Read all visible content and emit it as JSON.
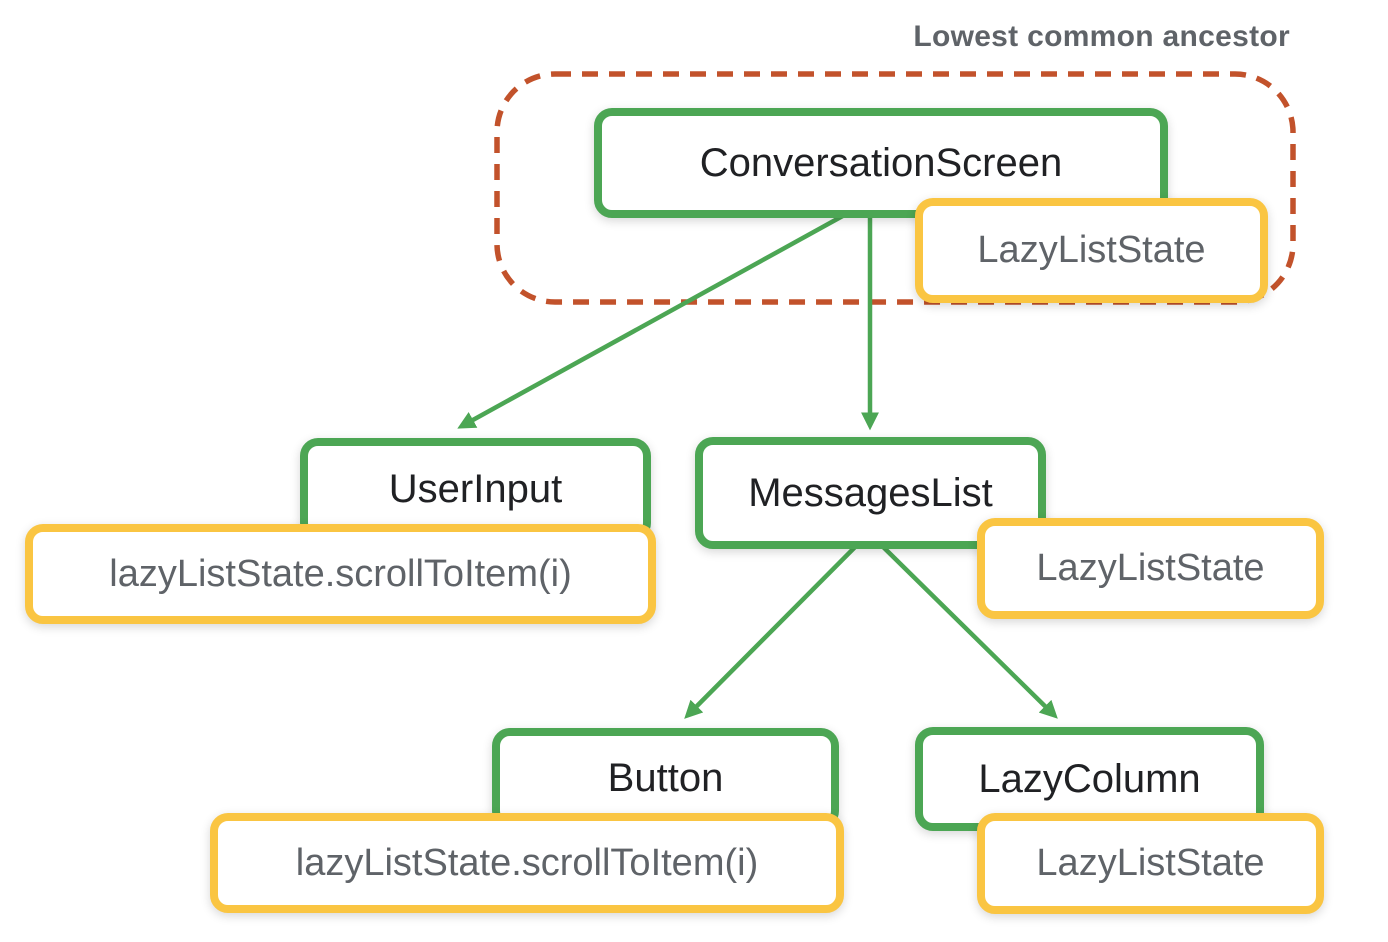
{
  "diagram": {
    "annotation": "Lowest common ancestor",
    "nodes": {
      "conversation_screen": {
        "label": "ConversationScreen",
        "state": "LazyListState"
      },
      "user_input": {
        "label": "UserInput",
        "state": "lazyListState.scrollToItem(i)"
      },
      "messages_list": {
        "label": "MessagesList",
        "state": "LazyListState"
      },
      "button": {
        "label": "Button",
        "state": "lazyListState.scrollToItem(i)"
      },
      "lazy_column": {
        "label": "LazyColumn",
        "state": "LazyListState"
      }
    },
    "edges": [
      {
        "from": "conversation_screen",
        "to": "user_input"
      },
      {
        "from": "conversation_screen",
        "to": "messages_list"
      },
      {
        "from": "messages_list",
        "to": "button"
      },
      {
        "from": "messages_list",
        "to": "lazy_column"
      }
    ],
    "colors": {
      "composable_border": "#4CA654",
      "state_border": "#FAC542",
      "lca_dashed": "#C2522B",
      "node_text": "#202124",
      "state_text": "#5F6368",
      "annotation_text": "#5F6368"
    }
  }
}
